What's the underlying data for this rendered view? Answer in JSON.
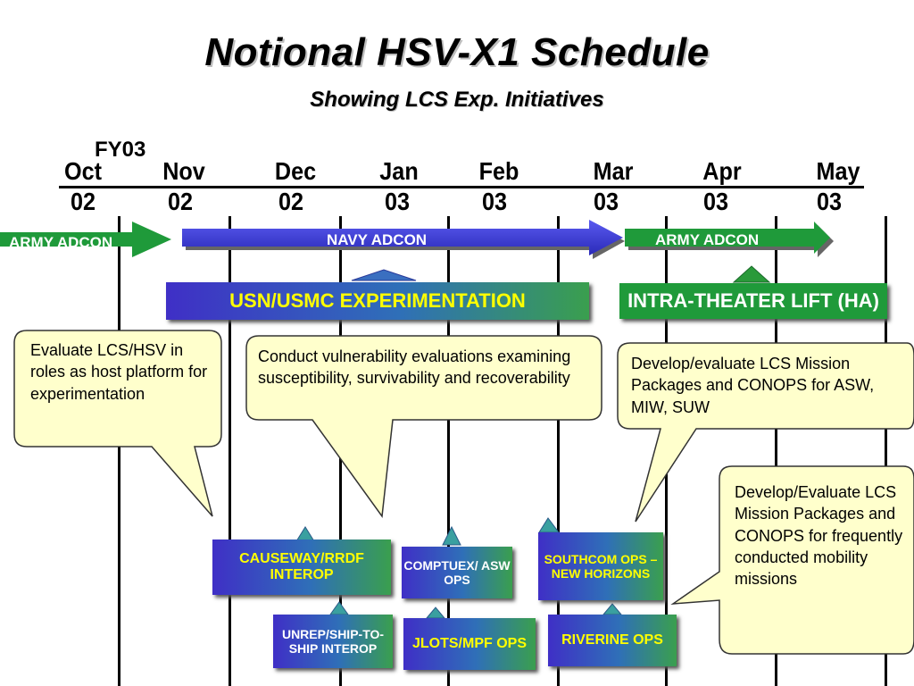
{
  "title": "Notional HSV-X1 Schedule",
  "subtitle": "Showing LCS Exp. Initiatives",
  "fiscal_year": "FY03",
  "months": [
    {
      "month": "Oct",
      "year": "02"
    },
    {
      "month": "Nov",
      "year": "02"
    },
    {
      "month": "Dec",
      "year": "02"
    },
    {
      "month": "Jan",
      "year": "03"
    },
    {
      "month": "Feb",
      "year": "03"
    },
    {
      "month": "Mar",
      "year": "03"
    },
    {
      "month": "Apr",
      "year": "03"
    },
    {
      "month": "May",
      "year": "03"
    }
  ],
  "adcon": {
    "army_1": "ARMY ADCON",
    "navy": "NAVY ADCON",
    "army_2": "ARMY ADCON"
  },
  "phases": {
    "experimentation": "USN/USMC EXPERIMENTATION",
    "intra_theater": "INTRA-THEATER LIFT (HA)"
  },
  "callouts": {
    "host_platform": "Evaluate LCS/HSV in roles as host platform for experimentation",
    "vulnerability": "Conduct vulnerability evaluations examining susceptibility, survivability and recoverability",
    "mission_packages": "Develop/evaluate LCS Mission Packages and CONOPS for ASW, MIW, SUW",
    "mobility": "Develop/Evaluate LCS Mission Packages and CONOPS for frequently conducted mobility missions"
  },
  "events": {
    "causeway": "CAUSEWAY/RRDF INTEROP",
    "comptuex": "COMPTUEX/ ASW OPS",
    "southcom": "SOUTHCOM OPS – NEW HORIZONS",
    "unrep": "UNREP/SHIP-TO-SHIP INTEROP",
    "jlots": "JLOTS/MPF OPS",
    "riverine": "RIVERINE OPS"
  },
  "colors": {
    "green_arrow": "#1f9a3a",
    "navy_arrow": "#3a3ad0",
    "callout_fill": "#ffffcc",
    "event_text_yellow": "#ffff00",
    "grid_line": "#000000"
  }
}
